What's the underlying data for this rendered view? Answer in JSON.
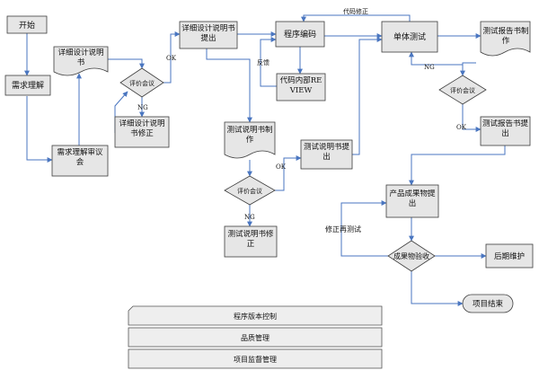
{
  "colors": {
    "box_fill": "#e6e6e6",
    "box_stroke": "#3d3d3d",
    "arrow": "#4a76c0",
    "band_fill": "#eeeeee",
    "band_stroke": "#555555"
  },
  "nodes": {
    "start": "开始",
    "req_analysis": "需求理解",
    "req_review": "需求理解审议会",
    "design_doc": "详细设计说明书",
    "review1": "评价会议",
    "design_fix": "详细设计说明书修正",
    "design_submit": "详细设计说明书提出",
    "coding": "程序编码",
    "code_review": "代码内部REVIEW",
    "test_doc_make": "测试说明书制作",
    "review2": "评价会议",
    "test_doc_fix": "测试说明书修正",
    "test_doc_submit": "测试说明书提出",
    "unit_test": "单体测试",
    "report_make": "测试报告书制作",
    "review3": "评价会议",
    "report_submit": "测试报告书提出",
    "product_submit": "产品成果物提出",
    "acceptance": "成果物验收",
    "maintenance": "后期维护",
    "end": "项目结束"
  },
  "edge_labels": {
    "ok1": "OK",
    "ng1": "NG",
    "feedback": "反馈",
    "code_fix": "代码修正",
    "ok2": "OK",
    "ng2": "NG",
    "ng3": "NG",
    "ok3": "OK",
    "retest": "修正再测试"
  },
  "bands": {
    "version_control": "程序版本控制",
    "quality": "品质管理",
    "supervision": "项目监督管理"
  }
}
